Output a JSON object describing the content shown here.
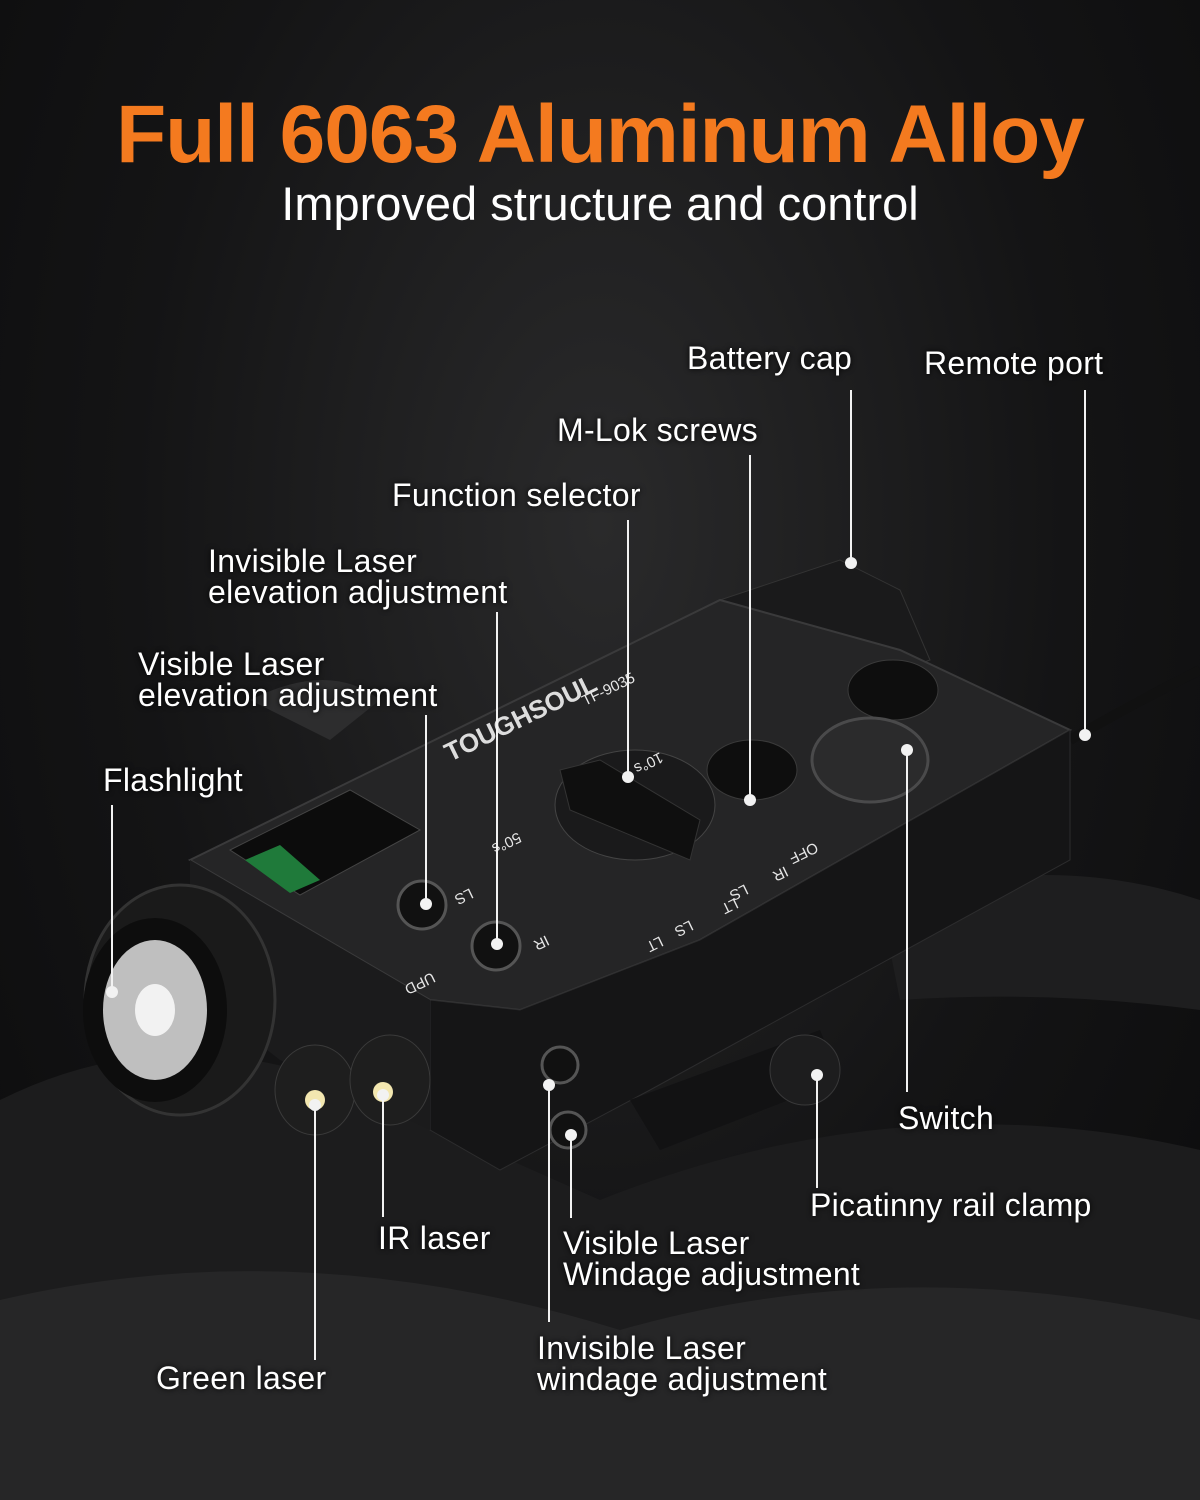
{
  "header": {
    "title": "Full 6063 Aluminum Alloy",
    "subtitle": "Improved structure and control",
    "title_color": "#f47a1f"
  },
  "product": {
    "brand_logo": "TOUGHSOUL",
    "model": "TF-9035",
    "selector_marks": [
      "10°s",
      "50°s",
      "OFF",
      "IR",
      "LS",
      "LT",
      "LS",
      "LT"
    ],
    "adjuster_marks": [
      "LS",
      "IR",
      "UPD"
    ]
  },
  "callouts": {
    "battery_cap": "Battery cap",
    "remote_port": "Remote port",
    "mlok_screws": "M-Lok screws",
    "function_selector": "Function selector",
    "invisible_elev": [
      "Invisible Laser",
      "elevation adjustment"
    ],
    "visible_elev": [
      "Visible Laser",
      "elevation adjustment"
    ],
    "flashlight": "Flashlight",
    "switch": "Switch",
    "picatinny": "Picatinny rail clamp",
    "ir_laser": "IR laser",
    "visible_windage": [
      "Visible Laser",
      "Windage adjustment"
    ],
    "invisible_windage": [
      "Invisible Laser",
      "windage adjustment"
    ],
    "green_laser": "Green laser"
  }
}
